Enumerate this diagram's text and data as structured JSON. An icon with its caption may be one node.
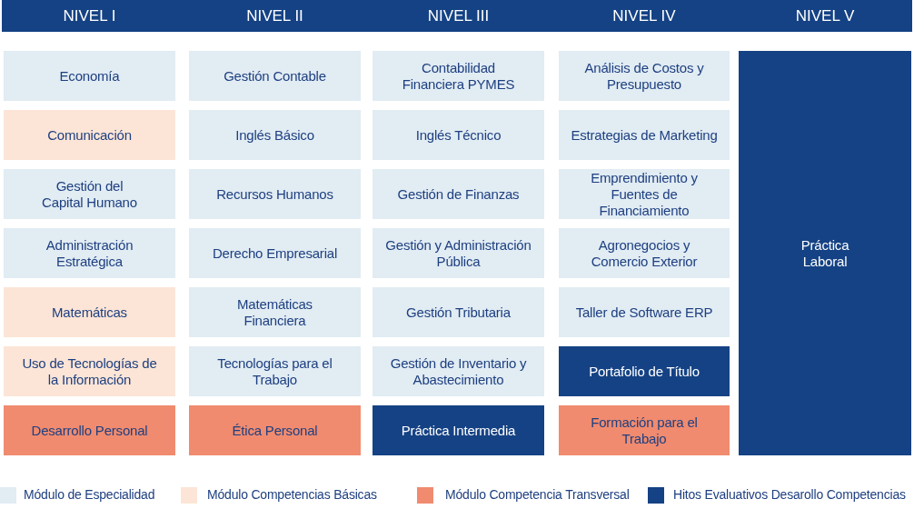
{
  "diagram": {
    "nodes": [
      {
        "text": [
          "NIVEL I",
          "NIVEL II",
          "NIVEL III",
          "NIVEL IV",
          "NIVEL V"
        ]
      },
      {
        "text": [
          "Economía"
        ]
      },
      {
        "text": [
          "Comunicación"
        ]
      },
      {
        "text": [
          "Gestión del Capital Humano"
        ]
      },
      {
        "text": [
          "Administración Estratégica"
        ]
      },
      {
        "text": [
          "Matemáticas"
        ]
      },
      {
        "text": [
          "Uso de Tecnologías de la Información"
        ]
      },
      {
        "text": [
          "Desarrollo Personal"
        ]
      },
      {
        "text": [
          "Gestión Contable"
        ]
      },
      {
        "text": [
          "Inglés Básico"
        ]
      },
      {
        "text": [
          "Recursos Humanos"
        ]
      },
      {
        "text": [
          "Derecho Empresarial"
        ]
      },
      {
        "text": [
          "Matemáticas Financiera"
        ]
      },
      {
        "text": [
          "Tecnologías para el Trabajo"
        ]
      },
      {
        "text": [
          "Ética Personal"
        ]
      },
      {
        "text": [
          "Contabilidad Financiera PYMES"
        ]
      },
      {
        "text": [
          "Inglés Técnico"
        ]
      },
      {
        "text": [
          "Gestión de Finanzas"
        ]
      },
      {
        "text": [
          "Gestión y Administración Pública"
        ]
      },
      {
        "text": [
          "Gestión Tributaria"
        ]
      },
      {
        "text": [
          "Gestión de Inventario y Abastecimiento"
        ]
      },
      {
        "text": [
          "Práctica Intermedia"
        ]
      },
      {
        "text": [
          "Análisis de Costos y Presupuesto"
        ]
      },
      {
        "text": [
          "Estrategias de Marketing"
        ]
      },
      {
        "text": [
          "Emprendimiento y Fuentes de Financiamiento"
        ]
      },
      {
        "text": [
          "Agronegocios y Comercio Exterior"
        ]
      },
      {
        "text": [
          "Taller de Software ERP"
        ]
      },
      {
        "text": [
          "Portafolio de Título"
        ]
      },
      {
        "text": [
          "Formación para el Trabajo"
        ]
      },
      {
        "text": [
          "Práctica Laboral"
        ]
      }
    ],
    "legend": [
      {
        "text": "Módulo de Especialidad",
        "color": "#e1ecf3"
      },
      {
        "text": "Módulo Competencias Básicas",
        "color": "#fce5d6"
      },
      {
        "text": "Módulo Competencia Transversal",
        "color": "#f08b6f"
      },
      {
        "text": "Hitos Evaluativos Desarollo Competencias",
        "color": "#154284"
      }
    ]
  }
}
